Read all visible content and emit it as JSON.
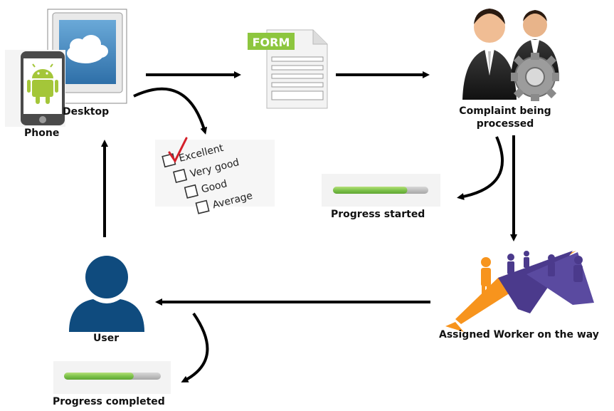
{
  "nodes": {
    "phone": {
      "label": "Phone",
      "icon": "android-phone-icon"
    },
    "desktop": {
      "label": "Desktop",
      "icon": "desktop-monitor-icon"
    },
    "form": {
      "label": "",
      "badge": "FORM",
      "icon": "form-document-icon"
    },
    "complaint": {
      "label": "Complaint being processed",
      "line1": "Complaint being",
      "line2": "processed",
      "icon": "business-people-gear-icon"
    },
    "rating": {
      "icon": "rating-checklist-icon",
      "options": [
        "Excellent",
        "Very good",
        "Good",
        "Average"
      ]
    },
    "progress_started": {
      "label": "Progress started",
      "fill": 0.78
    },
    "worker": {
      "label": "Assigned Worker on the way",
      "icon": "workers-on-roads-icon"
    },
    "user": {
      "label": "User",
      "icon": "user-silhouette-icon"
    },
    "progress_completed": {
      "label": "Progress completed",
      "fill": 0.72
    }
  },
  "colors": {
    "form_badge": "#8dc63f",
    "android_green": "#a4c639",
    "user_blue": "#0f4b7e",
    "progress_green": "#7dc34b",
    "arrow": "#000000",
    "worker_orange": "#f7941d",
    "worker_purple": "#4b3a8c",
    "check_red": "#d4202a"
  }
}
